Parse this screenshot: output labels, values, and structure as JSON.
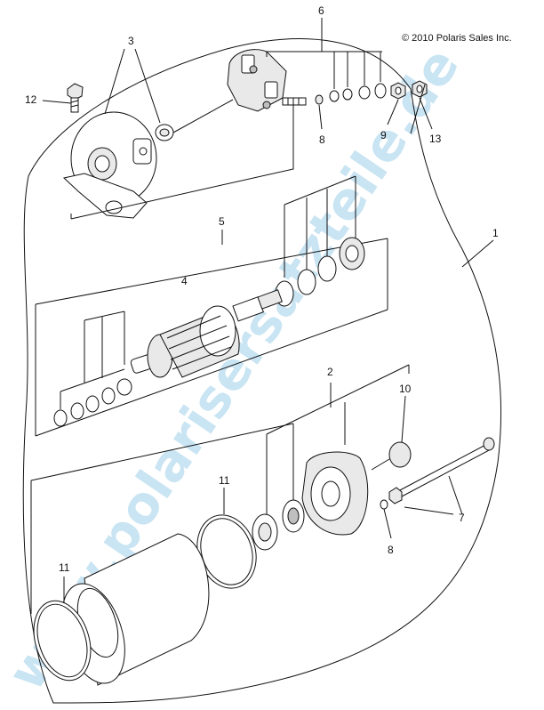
{
  "copyright": "© 2010 Polaris Sales Inc.",
  "watermark": "www.polarisersatzteile.de",
  "callouts": {
    "c1": "1",
    "c2": "2",
    "c3": "3",
    "c4": "4",
    "c5": "5",
    "c6": "6",
    "c7": "7",
    "c8a": "8",
    "c8b": "8",
    "c9": "9",
    "c10": "10",
    "c11a": "11",
    "c11b": "11",
    "c12": "12",
    "c13": "13"
  },
  "colors": {
    "line": "#111111",
    "watermark": "#9ecfe9"
  }
}
